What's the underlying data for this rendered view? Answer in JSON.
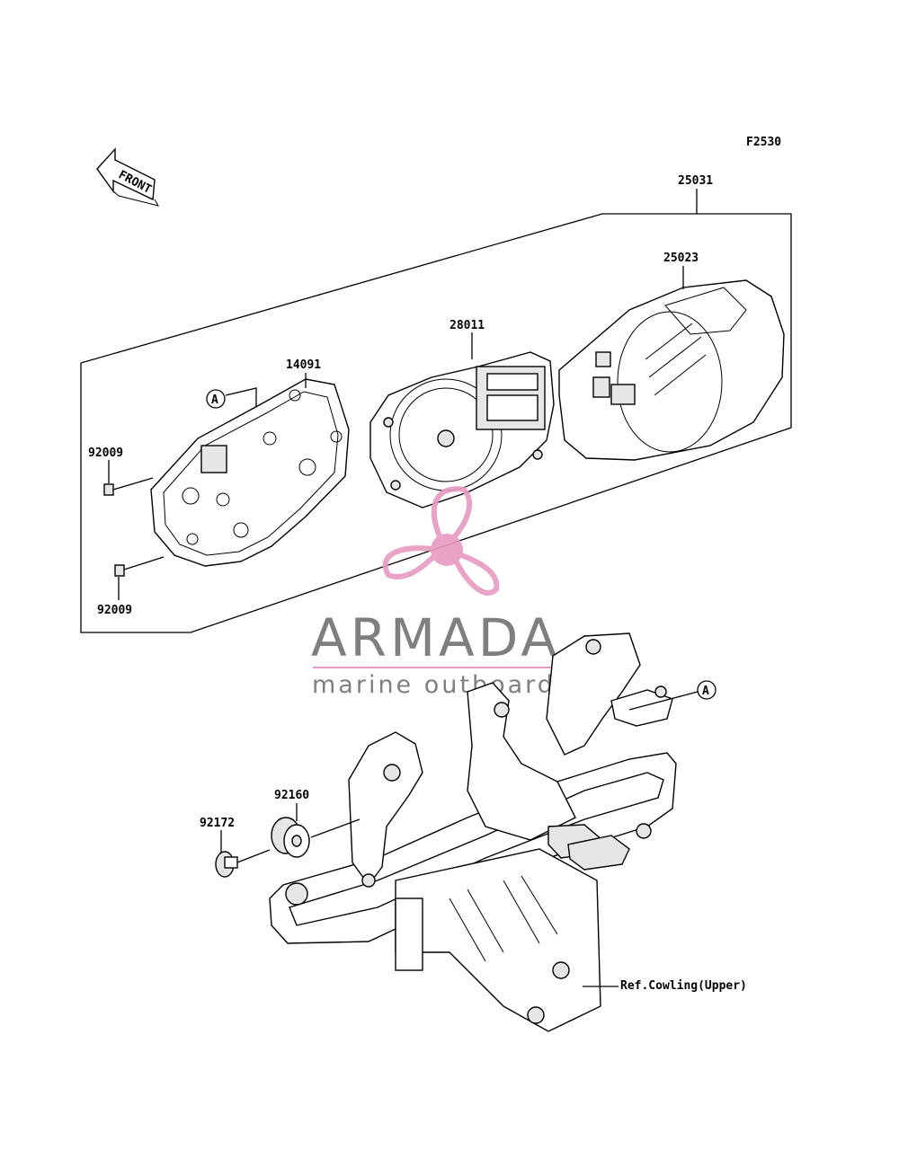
{
  "figure_code": "F2530",
  "front_label": "FRONT",
  "callout_ref": "A",
  "parts": {
    "assembly": "25031",
    "cover": "25023",
    "meter_unit": "28011",
    "case": "14091",
    "screw_upper": "92009",
    "screw_lower": "92009",
    "damper": "92160",
    "collar": "92172"
  },
  "reference_note": "Ref.Cowling(Upper)",
  "watermark": {
    "brand": "ARMADA",
    "tagline": "marine outboards",
    "color": "#e79ac0"
  }
}
